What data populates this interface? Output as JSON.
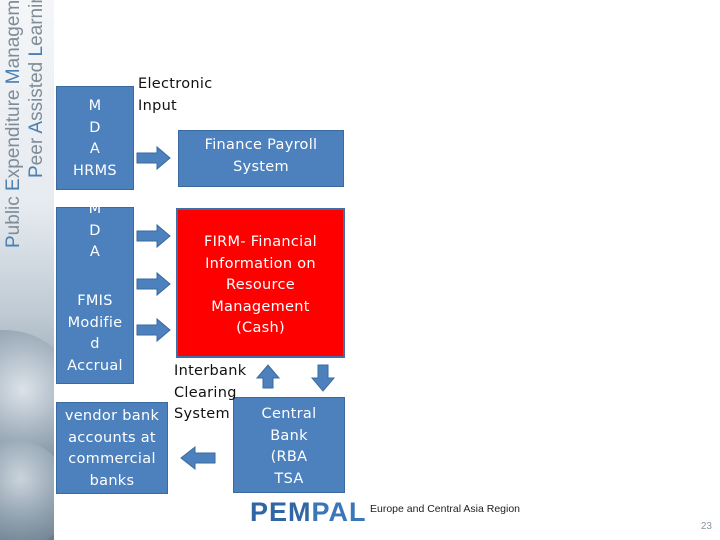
{
  "banner": {
    "line1_cap1": "P",
    "line1_rest1": "ublic ",
    "line1_cap2": "E",
    "line1_rest2": "xpenditure ",
    "line1_cap3": "M",
    "line1_rest3": "anagement",
    "line2_cap1": "P",
    "line2_rest1": "eer ",
    "line2_cap2": "A",
    "line2_rest2": "ssisted ",
    "line2_cap3": "L",
    "line2_rest3": "earning"
  },
  "nodes": {
    "mda_hrms": [
      "M",
      "D",
      "A",
      "HRMS"
    ],
    "mda_fmis_top": [
      "M",
      "D",
      "A"
    ],
    "mda_fmis_bottom": [
      "FMIS",
      "Modifie",
      "d",
      "Accrual"
    ],
    "electronic_input": [
      "Electronic",
      "Input"
    ],
    "finance_payroll": [
      "Finance Payroll",
      "System"
    ],
    "firm": [
      "FIRM- Financial",
      "Information on",
      "Resource",
      "Management",
      "(Cash)"
    ],
    "interbank": [
      "Interbank",
      "Clearing",
      "System"
    ],
    "central_bank": [
      "Central",
      "Bank",
      "(RBA",
      "TSA"
    ],
    "vendor_accounts": [
      "vendor bank",
      "accounts at",
      "commercial",
      "banks"
    ]
  },
  "colors": {
    "box_blue": "#4d81bd",
    "box_red": "#ff0000",
    "arrow_blue": "#4d81bd"
  },
  "footer": {
    "logo_pem": "PEM",
    "logo_pal": "PAL",
    "logo_subtitle": "Europe and Central Asia Region",
    "page_number": "23"
  }
}
